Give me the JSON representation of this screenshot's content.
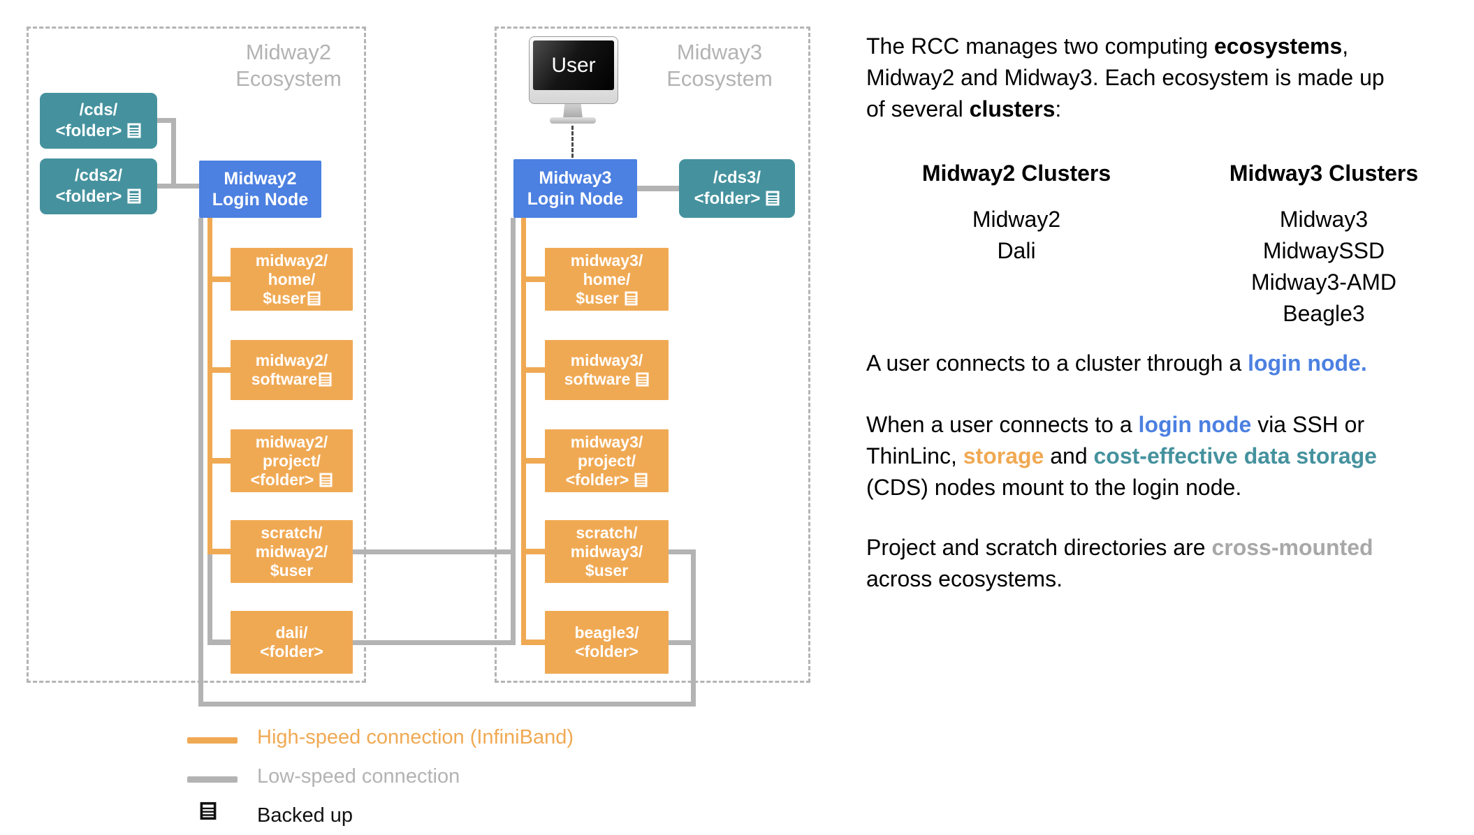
{
  "ecosystems": {
    "m2": [
      "Midway2",
      "Ecosystem"
    ],
    "m3": [
      "Midway3",
      "Ecosystem"
    ]
  },
  "user_label": "User",
  "nodes": {
    "cds": {
      "lines": [
        "/cds/",
        "<folder>"
      ],
      "backed_up": true
    },
    "cds2": {
      "lines": [
        "/cds2/",
        "<folder>"
      ],
      "backed_up": true
    },
    "cds3": {
      "lines": [
        "/cds3/",
        "<folder>"
      ],
      "backed_up": true
    },
    "m2login": {
      "lines": [
        "Midway2",
        "Login Node"
      ]
    },
    "m3login": {
      "lines": [
        "Midway3",
        "Login Node"
      ]
    },
    "m2home": {
      "lines": [
        "midway2/",
        "home/",
        "$user"
      ],
      "backed_up": true
    },
    "m2software": {
      "lines": [
        "midway2/",
        "software"
      ],
      "backed_up": true
    },
    "m2project": {
      "lines": [
        "midway2/",
        "project/",
        "<folder>"
      ],
      "backed_up": true
    },
    "m2scratch": {
      "lines": [
        "scratch/",
        "midway2/",
        "$user"
      ]
    },
    "dali": {
      "lines": [
        "dali/",
        "<folder>"
      ]
    },
    "m3home": {
      "lines": [
        "midway3/",
        "home/",
        "$user"
      ],
      "backed_up": true
    },
    "m3software": {
      "lines": [
        "midway3/",
        "software"
      ],
      "backed_up": true
    },
    "m3project": {
      "lines": [
        "midway3/",
        "project/",
        "<folder>"
      ],
      "backed_up": true
    },
    "m3scratch": {
      "lines": [
        "scratch/",
        "midway3/",
        "$user"
      ]
    },
    "beagle3": {
      "lines": [
        "beagle3/",
        "<folder>"
      ]
    }
  },
  "legend": {
    "high": "High-speed connection (InfiniBand)",
    "low": "Low-speed connection",
    "backed": "Backed up"
  },
  "colors": {
    "teal": "#45929e",
    "blue": "#4c80e1",
    "orange": "#f0a953",
    "gray_line": "#b3b3b3",
    "cross_mounted_gray": "#a8a8a8"
  },
  "text": {
    "p1": {
      "s1": "The RCC manages two computing ",
      "s2": "ecosystems",
      "s3": ",",
      "s4": "Midway2 and Midway3. Each ecosystem is made up",
      "s5": "of several ",
      "s6": "clusters",
      "s7": ":"
    },
    "col1": {
      "header": "Midway2 Clusters",
      "items": [
        "Midway2",
        "Dali"
      ]
    },
    "col2": {
      "header": "Midway3 Clusters",
      "items": [
        "Midway3",
        "MidwaySSD",
        "Midway3-AMD",
        "Beagle3"
      ]
    },
    "p2": {
      "s1": "A user connects to a cluster through a ",
      "s2": "login node."
    },
    "p3": {
      "s1": "When a user connects to a ",
      "s2": "login node",
      "s3": " via SSH or",
      "s4": "ThinLinc, ",
      "s5": "storage",
      "s6": " and ",
      "s7": "cost-effective data storage",
      "s8": "(CDS) nodes mount to the login node."
    },
    "p4": {
      "s1": "Project and scratch directories are ",
      "s2": "cross-mounted",
      "s3": "across ecosystems."
    }
  }
}
